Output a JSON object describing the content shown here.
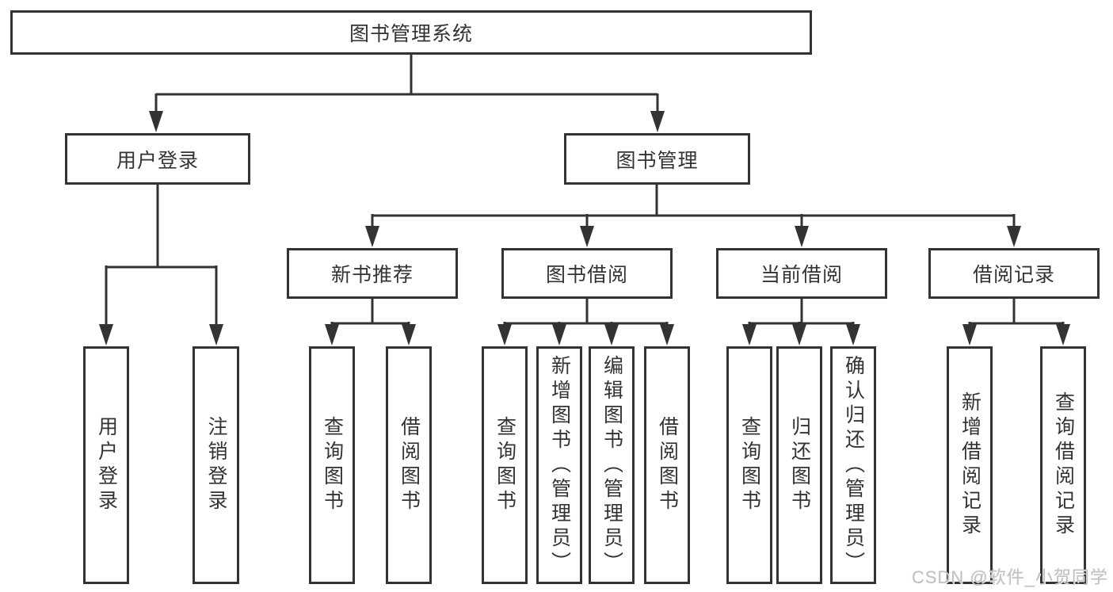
{
  "tree": {
    "root": {
      "label": "图书管理系统"
    },
    "level2": [
      {
        "label": "用户登录",
        "children": [
          {
            "label": "用户登录"
          },
          {
            "label": "注销登录"
          }
        ]
      },
      {
        "label": "图书管理",
        "children": [
          {
            "label": "新书推荐",
            "children": [
              {
                "label": "查询图书"
              },
              {
                "label": "借阅图书"
              }
            ]
          },
          {
            "label": "图书借阅",
            "children": [
              {
                "label": "查询图书"
              },
              {
                "label": "新增图书（管理员）"
              },
              {
                "label": "编辑图书（管理员）"
              },
              {
                "label": "借阅图书"
              }
            ]
          },
          {
            "label": "当前借阅",
            "children": [
              {
                "label": "查询图书"
              },
              {
                "label": "归还图书"
              },
              {
                "label": "确认归还（管理员）"
              }
            ]
          },
          {
            "label": "借阅记录",
            "children": [
              {
                "label": "新增借阅记录"
              },
              {
                "label": "查询借阅记录"
              }
            ]
          }
        ]
      }
    ]
  },
  "watermark": {
    "text": "CSDN @软件_小贺同学"
  },
  "colors": {
    "background": "#ffffff",
    "line": "#333333",
    "box_border": "#333333",
    "box_fill": "#ffffff",
    "text": "#333333",
    "watermark": "#c2c2c2"
  }
}
